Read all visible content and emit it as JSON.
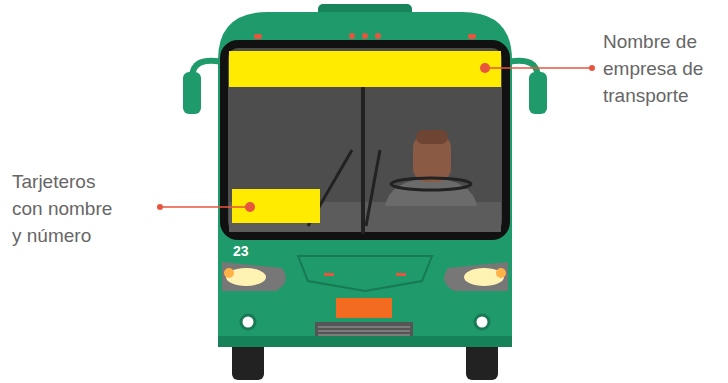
{
  "diagram": {
    "labels": [
      "Nombre de empresa de transporte",
      "Tarjeteros con nombre y número",
      "23"
    ]
  }
}
